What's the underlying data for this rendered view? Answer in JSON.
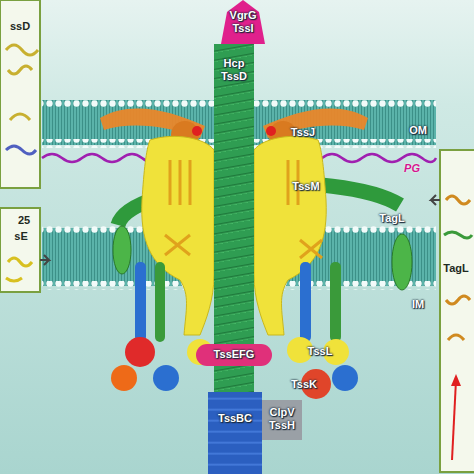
{
  "diagram": {
    "nodes": [
      {
        "text": [
          "VgrG TssI"
        ]
      },
      {
        "text": [
          "Hcp TssD"
        ]
      },
      {
        "text": [
          "TssEFG"
        ]
      },
      {
        "text": [
          "TssBC"
        ]
      },
      {
        "text": [
          "ClpV TssH"
        ]
      }
    ],
    "labels": [
      "OM",
      "TssJ",
      "TssM",
      "PG",
      "TagL",
      "IM",
      "TssL",
      "TssK",
      "ssD",
      "25",
      "sE",
      "TagL"
    ]
  }
}
